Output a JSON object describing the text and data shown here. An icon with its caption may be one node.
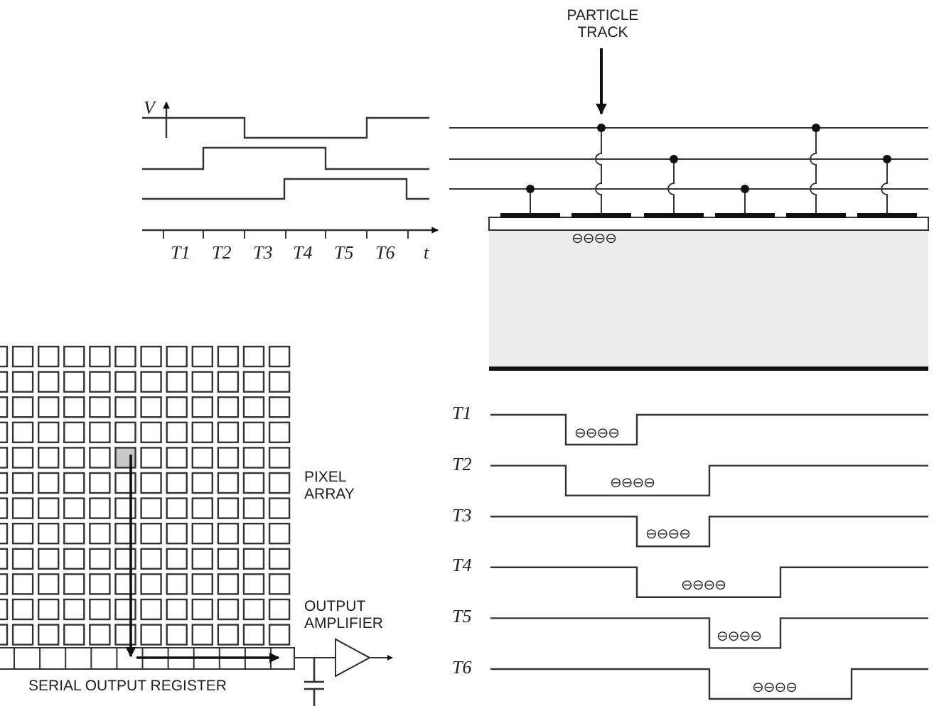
{
  "diagram": {
    "labels": [
      "V",
      "PARTICLE TRACK",
      "T1",
      "T2",
      "T3",
      "T4",
      "T5",
      "T6",
      "t",
      "⊖⊖⊖⊖",
      "T1",
      "⊖⊖⊖⊖",
      "T2",
      "⊖⊖⊖⊖",
      "PIXEL ARRAY",
      "T3",
      "⊖⊖⊖⊖",
      "T4",
      "⊖⊖⊖⊖",
      "OUTPUT AMPLIFIER",
      "T5",
      "⊖⊖⊖⊖",
      "T6",
      "SERIAL OUTPUT REGISTER",
      "⊖⊖⊖⊖"
    ]
  }
}
